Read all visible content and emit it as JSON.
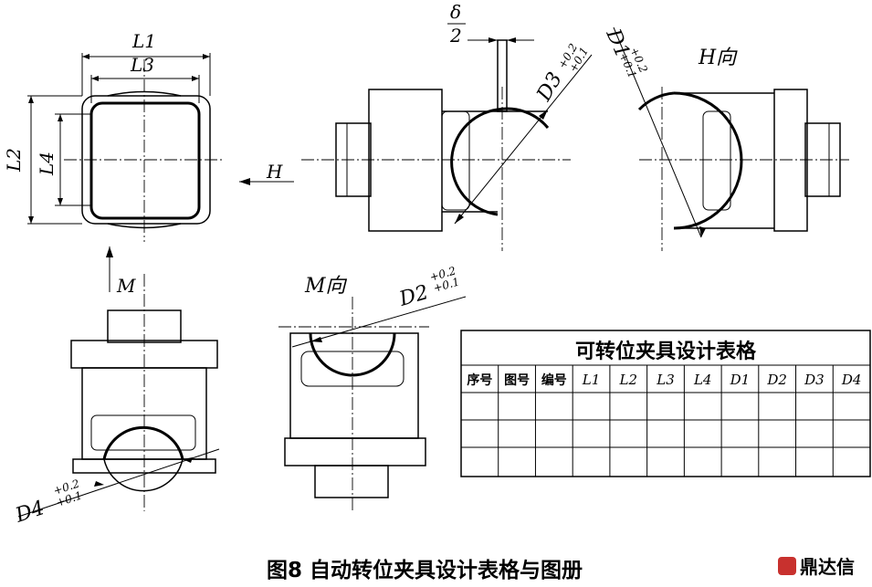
{
  "dimensions": {
    "L1": "L1",
    "L2": "L2",
    "L3": "L3",
    "L4": "L4",
    "delta": "δ",
    "two": "2",
    "D1": "D1",
    "D2": "D2",
    "D3": "D3",
    "D4": "D4",
    "tol_upper": "+0.2",
    "tol_lower": "+0.1"
  },
  "views": {
    "H": "H",
    "M": "M",
    "H_view": "H向",
    "M_view": "M向"
  },
  "table": {
    "title": "可转位夹具设计表格",
    "headers": [
      "序号",
      "图号",
      "编号",
      "L1",
      "L2",
      "L3",
      "L4",
      "D1",
      "D2",
      "D3",
      "D4"
    ],
    "empty_rows": 3
  },
  "caption": "图8  自动转位夹具设计表格与图册",
  "watermark": "鼎达信"
}
